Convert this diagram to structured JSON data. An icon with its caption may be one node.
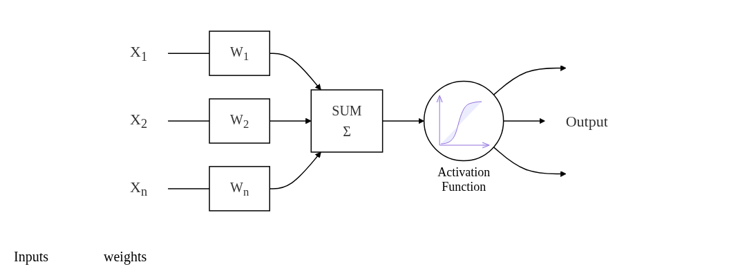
{
  "diagram": {
    "nodes": [
      {
        "text": [
          "X$_{1}$"
        ]
      },
      {
        "text": [
          "X$_{2}$"
        ]
      },
      {
        "text": [
          "X$_{n}$"
        ]
      },
      {
        "text": [
          "W$_{1}$"
        ]
      },
      {
        "text": [
          "W$_{2}$"
        ]
      },
      {
        "text": [
          "W$_{n}$"
        ]
      },
      {
        "text": [
          "SUM",
          "Σ"
        ]
      },
      {
        "text": [],
        "shape": "circle",
        "beside": [
          "Activation Function"
        ]
      },
      {
        "text": [
          "Output"
        ]
      }
    ],
    "edges": [
      {
        "from": 0,
        "to": 3,
        "arrow": "none"
      },
      {
        "from": 1,
        "to": 4,
        "arrow": "none"
      },
      {
        "from": 2,
        "to": 5,
        "arrow": "none"
      },
      {
        "from": 3,
        "to": 6,
        "arrow": "to"
      },
      {
        "from": 4,
        "to": 6,
        "arrow": "to"
      },
      {
        "from": 5,
        "to": 6,
        "arrow": "to"
      },
      {
        "from": 6,
        "to": 7,
        "arrow": "to"
      },
      {
        "from": 7,
        "to": null,
        "arrow": "to"
      },
      {
        "from": 7,
        "to": 8,
        "arrow": "to"
      },
      {
        "from": 7,
        "to": null,
        "arrow": "to"
      }
    ],
    "labels": [
      "Inputs",
      "weights"
    ]
  }
}
